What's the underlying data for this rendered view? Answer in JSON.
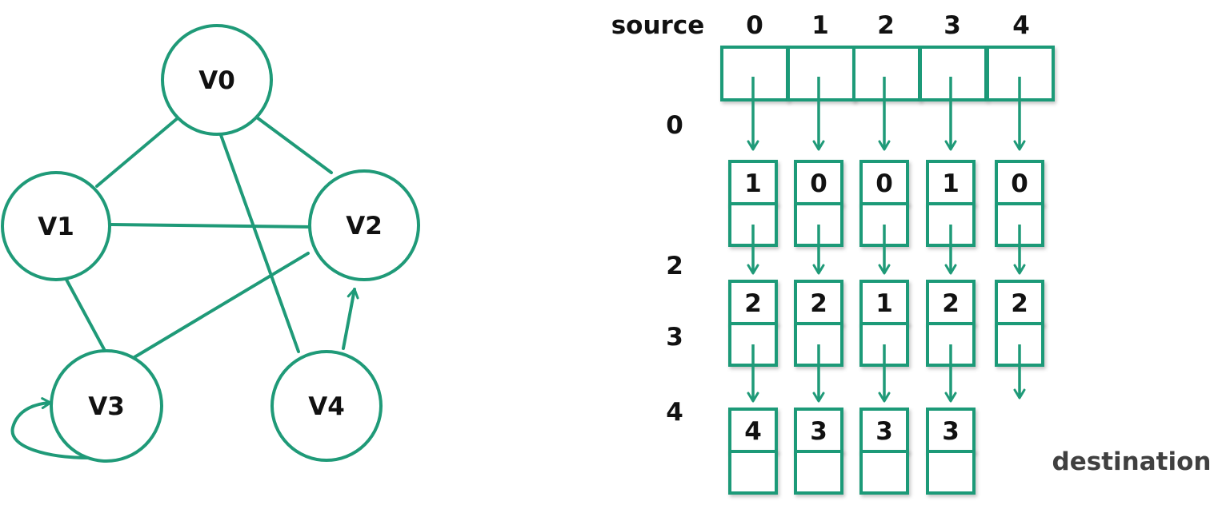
{
  "colors": {
    "accent": "#1f9a78",
    "text": "#111111",
    "muted": "#404040"
  },
  "graph": {
    "nodes": [
      {
        "id": "v0",
        "label": "V0"
      },
      {
        "id": "v1",
        "label": "V1"
      },
      {
        "id": "v2",
        "label": "V2"
      },
      {
        "id": "v3",
        "label": "V3"
      },
      {
        "id": "v4",
        "label": "V4"
      }
    ],
    "edges": [
      {
        "from": "V0",
        "to": "V1",
        "directed": false
      },
      {
        "from": "V0",
        "to": "V2",
        "directed": false
      },
      {
        "from": "V0",
        "to": "V4",
        "directed": false
      },
      {
        "from": "V1",
        "to": "V2",
        "directed": false
      },
      {
        "from": "V1",
        "to": "V3",
        "directed": false
      },
      {
        "from": "V2",
        "to": "V3",
        "directed": false
      },
      {
        "from": "V4",
        "to": "V2",
        "directed": true
      },
      {
        "from": "V3",
        "to": "V3",
        "directed": true,
        "self_loop": true
      }
    ]
  },
  "adjacency": {
    "source_label": "source",
    "destination_label": "destination",
    "columns": [
      "0",
      "1",
      "2",
      "3",
      "4"
    ],
    "row_labels": [
      "0",
      "2",
      "3",
      "4"
    ],
    "lists": [
      [
        "1",
        "2",
        "4"
      ],
      [
        "0",
        "2",
        "3"
      ],
      [
        "0",
        "1",
        "3"
      ],
      [
        "1",
        "2",
        "3"
      ],
      [
        "0",
        "2"
      ]
    ]
  }
}
